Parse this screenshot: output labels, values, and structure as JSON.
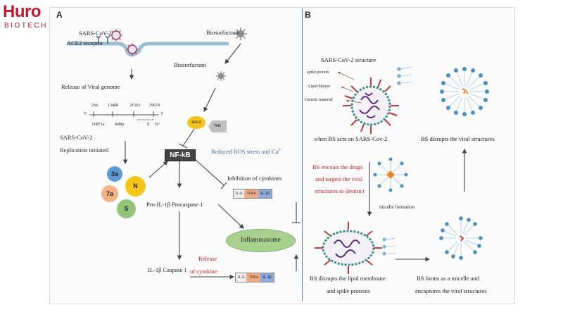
{
  "logo": {
    "brand": "Huro",
    "sub": "BIOTECH"
  },
  "panel_a": {
    "label": "A",
    "sars_cov_2": "SARS-CoV-2",
    "ace2": "ACE2 receptor",
    "biosurfactant_top": "Biosurfactant",
    "biosurfactant_mid": "Biosurfactant",
    "release_genome": "Release of Viral genome",
    "genome": {
      "positions": [
        "266",
        "13468",
        "21563",
        "29674"
      ],
      "prime5": "5'",
      "prime3": "3'",
      "genes": [
        "ORF1a",
        "RdRp",
        "E",
        "N+"
      ]
    },
    "replication": [
      "SARS-CoV-2",
      "Replication initiated"
    ],
    "ho1": "HO-1",
    "th1": "TH1",
    "nfkb": "NF-kB",
    "ros": "Reduced ROS stress and Ca",
    "ros_sup": "2+",
    "proteins": [
      "3a",
      "N",
      "7a",
      "S"
    ],
    "inhibition": "Inhibition of cytokines",
    "cytokines": [
      "IL-6",
      "TNFα",
      "IL-1β"
    ],
    "pro_il": "Pro-IL-1β Procaspase 1",
    "inflammasome": "Inflammasome",
    "il_caspase": "IL-1β Caspase 1",
    "release_cytokine": [
      "Release",
      "of cytokine"
    ],
    "cytokines_bottom": [
      "IL-6",
      "TNFα",
      "IL-1β"
    ]
  },
  "panel_b": {
    "label": "B",
    "structure_title": "SARS-CoV-2 structure",
    "parts": [
      "spike protein",
      "Lipid bilayer",
      "Genetic material"
    ],
    "when_bs": "when BS acts on SARS-Cov-2",
    "bs_disrupts_viral": "BS disrupts the viral structures",
    "encoats": [
      "BS encoats the drugs",
      "and targets the viral",
      "structures to destruct"
    ],
    "micelle_formation": "micelle formation",
    "bs_disrupts_lipid": [
      "BS disrupts the lipid membrane",
      "and spike proteins"
    ],
    "bs_forms": [
      "BS forms as a micelle and",
      "encaptures the viral structures"
    ]
  },
  "colors": {
    "brand": "#c0192f",
    "accent_red": "#b52525",
    "accent_blue": "#3b6a9a",
    "divider": "#5a86a8"
  }
}
